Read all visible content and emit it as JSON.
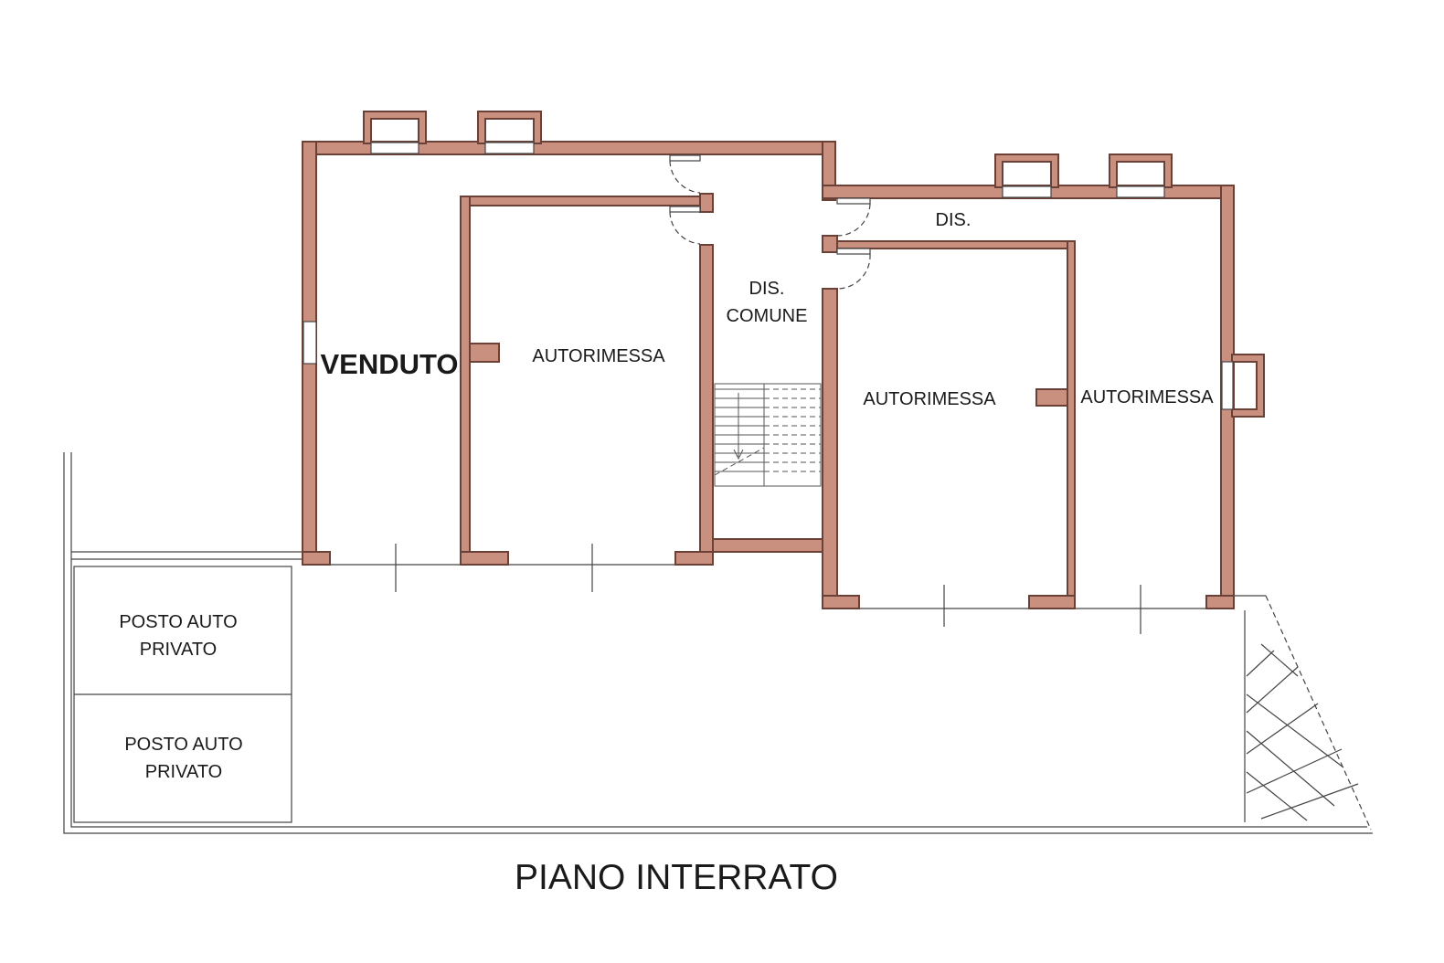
{
  "floor_title": "PIANO INTERRATO",
  "sold_label": "VENDUTO",
  "rooms": {
    "garage_1": "AUTORIMESSA",
    "garage_2": "AUTORIMESSA",
    "garage_3": "AUTORIMESSA",
    "common_hall_line1": "DIS.",
    "common_hall_line2": "COMUNE",
    "hall": "DIS."
  },
  "parking": [
    {
      "line1": "POSTO AUTO",
      "line2": "PRIVATO"
    },
    {
      "line1": "POSTO AUTO",
      "line2": "PRIVATO"
    }
  ],
  "colors": {
    "wall": "#c9907f",
    "wall_stroke": "#6b4037",
    "line": "#444444",
    "sold": "#e3141b"
  }
}
